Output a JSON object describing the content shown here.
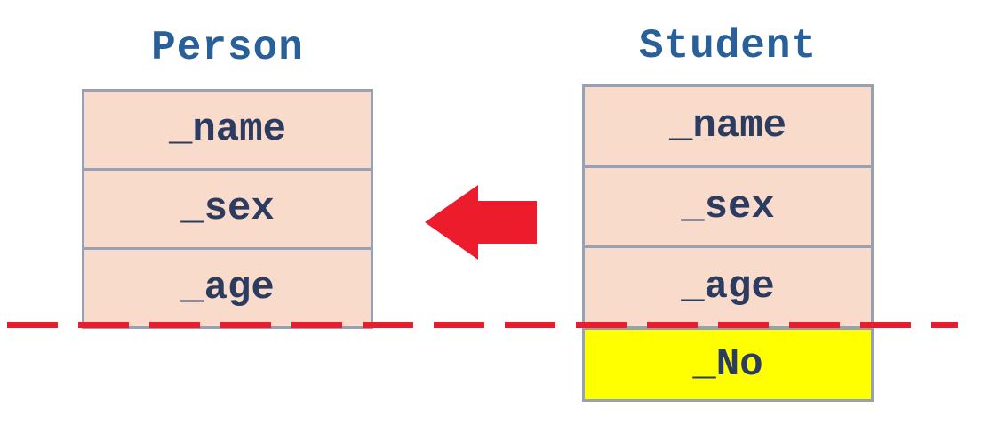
{
  "diagram": {
    "description_visible_elements": "two class boxes, red left arrow, red dashed slice line"
  },
  "person": {
    "title": "Person",
    "fields": [
      "_name",
      "_sex",
      "_age"
    ]
  },
  "student": {
    "title": "Student",
    "fields": [
      "_name",
      "_sex",
      "_age"
    ],
    "highlight_field": "_No"
  },
  "arrow": {
    "direction": "left",
    "color": "#ec1c2d"
  },
  "slice_line": {
    "style": "dashed",
    "color": "#ec1c2d"
  },
  "colors": {
    "box_fill": "#f8dbca",
    "box_border": "#96a1b5",
    "title_text": "#2a6099",
    "field_text": "#2c3c60",
    "highlight_fill": "#ffff00",
    "accent_red": "#ec1c2d",
    "background": "#ffffff"
  }
}
